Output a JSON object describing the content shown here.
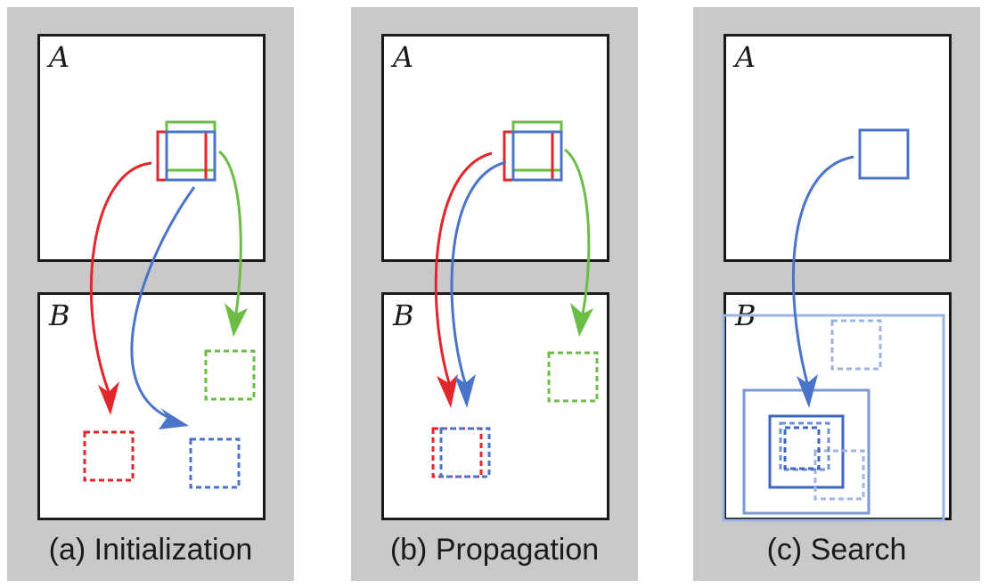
{
  "colors": {
    "red": "#e3262b",
    "green": "#6cbd45",
    "blue": "#4a74c9",
    "panel_bg": "#c9c9cb",
    "frame": "#1a1a1a"
  },
  "panels": [
    {
      "top_label": "A",
      "bottom_label": "B",
      "caption": "(a) Initialization"
    },
    {
      "top_label": "A",
      "bottom_label": "B",
      "caption": "(b) Propagation"
    },
    {
      "top_label": "A",
      "bottom_label": "B",
      "caption": "(c) Search"
    }
  ]
}
